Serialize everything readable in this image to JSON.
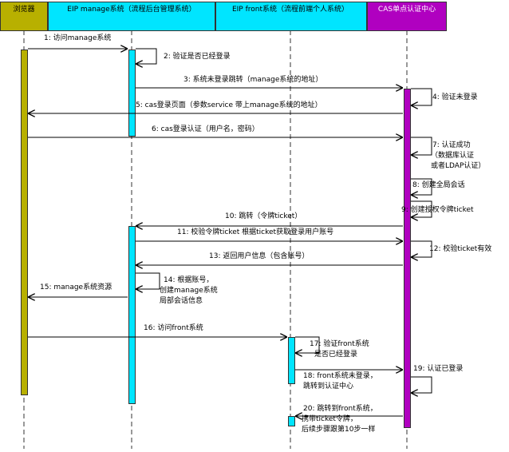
{
  "participants": [
    {
      "id": "browser",
      "label": "浏览器",
      "color": "#b8b000"
    },
    {
      "id": "manage",
      "label": "EIP manage系统（流程后台管理系统）",
      "color": "#00e5ff"
    },
    {
      "id": "front",
      "label": "EIP front系统（流程前端个人系统）",
      "color": "#00e5ff"
    },
    {
      "id": "cas",
      "label": "CAS单点认证中心",
      "color": "#b000c0"
    }
  ],
  "messages": [
    {
      "id": "m1",
      "lines": [
        "1: 访问manage系统"
      ]
    },
    {
      "id": "m2",
      "lines": [
        "2: 验证是否已经登录"
      ]
    },
    {
      "id": "m3",
      "lines": [
        "3: 系统未登录跳转（manage系统的地址）"
      ]
    },
    {
      "id": "m4",
      "lines": [
        "4: 验证未登录"
      ]
    },
    {
      "id": "m5",
      "lines": [
        "5: cas登录页面（参数service 带上manage系统的地址）"
      ]
    },
    {
      "id": "m6",
      "lines": [
        "6: cas登录认证（用户名，密码）"
      ]
    },
    {
      "id": "m7",
      "lines": [
        "7: 认证成功",
        "（数据库认证",
        "或者LDAP认证）"
      ]
    },
    {
      "id": "m8",
      "lines": [
        "8: 创建全局会话"
      ]
    },
    {
      "id": "m9",
      "lines": [
        "9: 创建授权令牌ticket"
      ]
    },
    {
      "id": "m10",
      "lines": [
        "10: 跳转（令牌ticket）"
      ]
    },
    {
      "id": "m11",
      "lines": [
        "11: 校验令牌ticket  根据ticket获取登录用户账号"
      ]
    },
    {
      "id": "m12",
      "lines": [
        "12: 校验ticket有效"
      ]
    },
    {
      "id": "m13",
      "lines": [
        "13: 返回用户信息（包含账号）"
      ]
    },
    {
      "id": "m14",
      "lines": [
        "14: 根据账号，",
        "创建manage系统",
        "局部会话信息"
      ]
    },
    {
      "id": "m15",
      "lines": [
        "15: manage系统资源"
      ]
    },
    {
      "id": "m16",
      "lines": [
        "16: 访问front系统"
      ]
    },
    {
      "id": "m17",
      "lines": [
        "17: 验证front系统",
        "是否已经登录"
      ]
    },
    {
      "id": "m18",
      "lines": [
        "18: front系统未登录，",
        "跳转到认证中心"
      ]
    },
    {
      "id": "m19",
      "lines": [
        "19: 认证已登录"
      ]
    },
    {
      "id": "m20",
      "lines": [
        "20: 跳转到front系统，",
        "携带ticket令牌，",
        "后续步骤跟第10步一样"
      ]
    }
  ]
}
